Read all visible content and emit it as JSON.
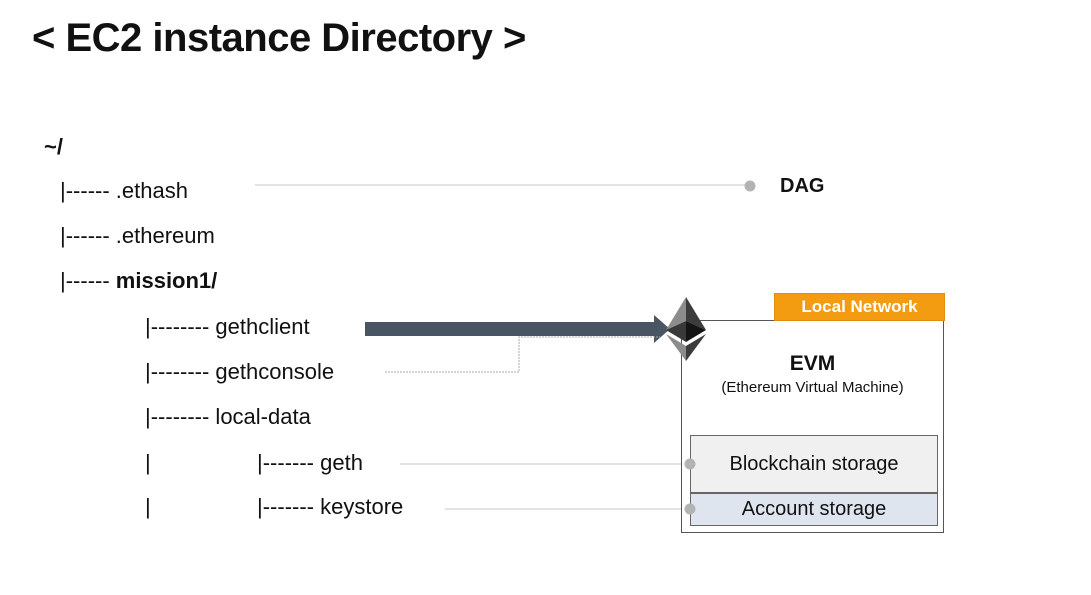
{
  "title": "< EC2 instance Directory >",
  "tree": {
    "root": "~/",
    "ethash": "|------ .ethash",
    "ethereum": "|------ .ethereum",
    "mission1_prefix": "|------ ",
    "mission1_name": "mission1/",
    "gethclient": "|-------- gethclient",
    "gethconsole": "|-------- gethconsole",
    "local_data": "|-------- local-data",
    "geth_bar": "|",
    "geth": "|------- geth",
    "keystore_bar": "|",
    "keystore": "|------- keystore"
  },
  "dag_label": "DAG",
  "evm": {
    "network_badge": "Local Network",
    "title": "EVM",
    "subtitle": "(Ethereum Virtual Machine)",
    "blockchain_storage": "Blockchain storage",
    "account_storage": "Account storage"
  },
  "colors": {
    "badge": "#f39c12",
    "arrow": "#4a5563",
    "connector": "#bbbbbb",
    "account_bg": "#dfe5ee"
  },
  "icons": {
    "ethereum_logo": "ethereum-logo-icon"
  }
}
